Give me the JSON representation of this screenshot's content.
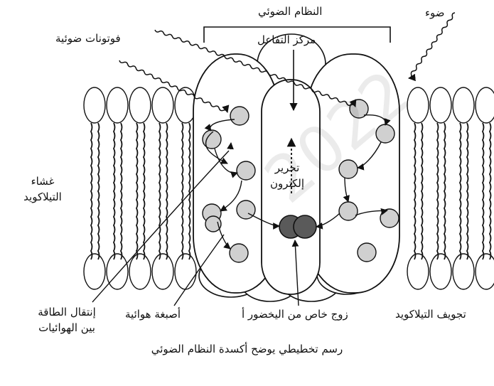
{
  "labels": {
    "photosystem": "النظام الضوئي",
    "light": "ضوء",
    "photons": "فوتونات ضوئية",
    "reaction_center": "مركز التفاعل",
    "membrane_line1": "غشاء",
    "membrane_line2": "التيلاكويد",
    "electron_line1": "تحرير",
    "electron_line2": "إلكترون",
    "energy_line1": "إنتقال الطاقة",
    "energy_line2": "بين الهوائيات",
    "pigments": "أصبغة هوائية",
    "chlorophyll_pair": "زوج خاص من اليخضور أ",
    "lumen": "تجويف التيلاكويد"
  },
  "caption": "رسم تخطيطي يوضح أكسدة النظام الضوئي",
  "watermark": "2022"
}
